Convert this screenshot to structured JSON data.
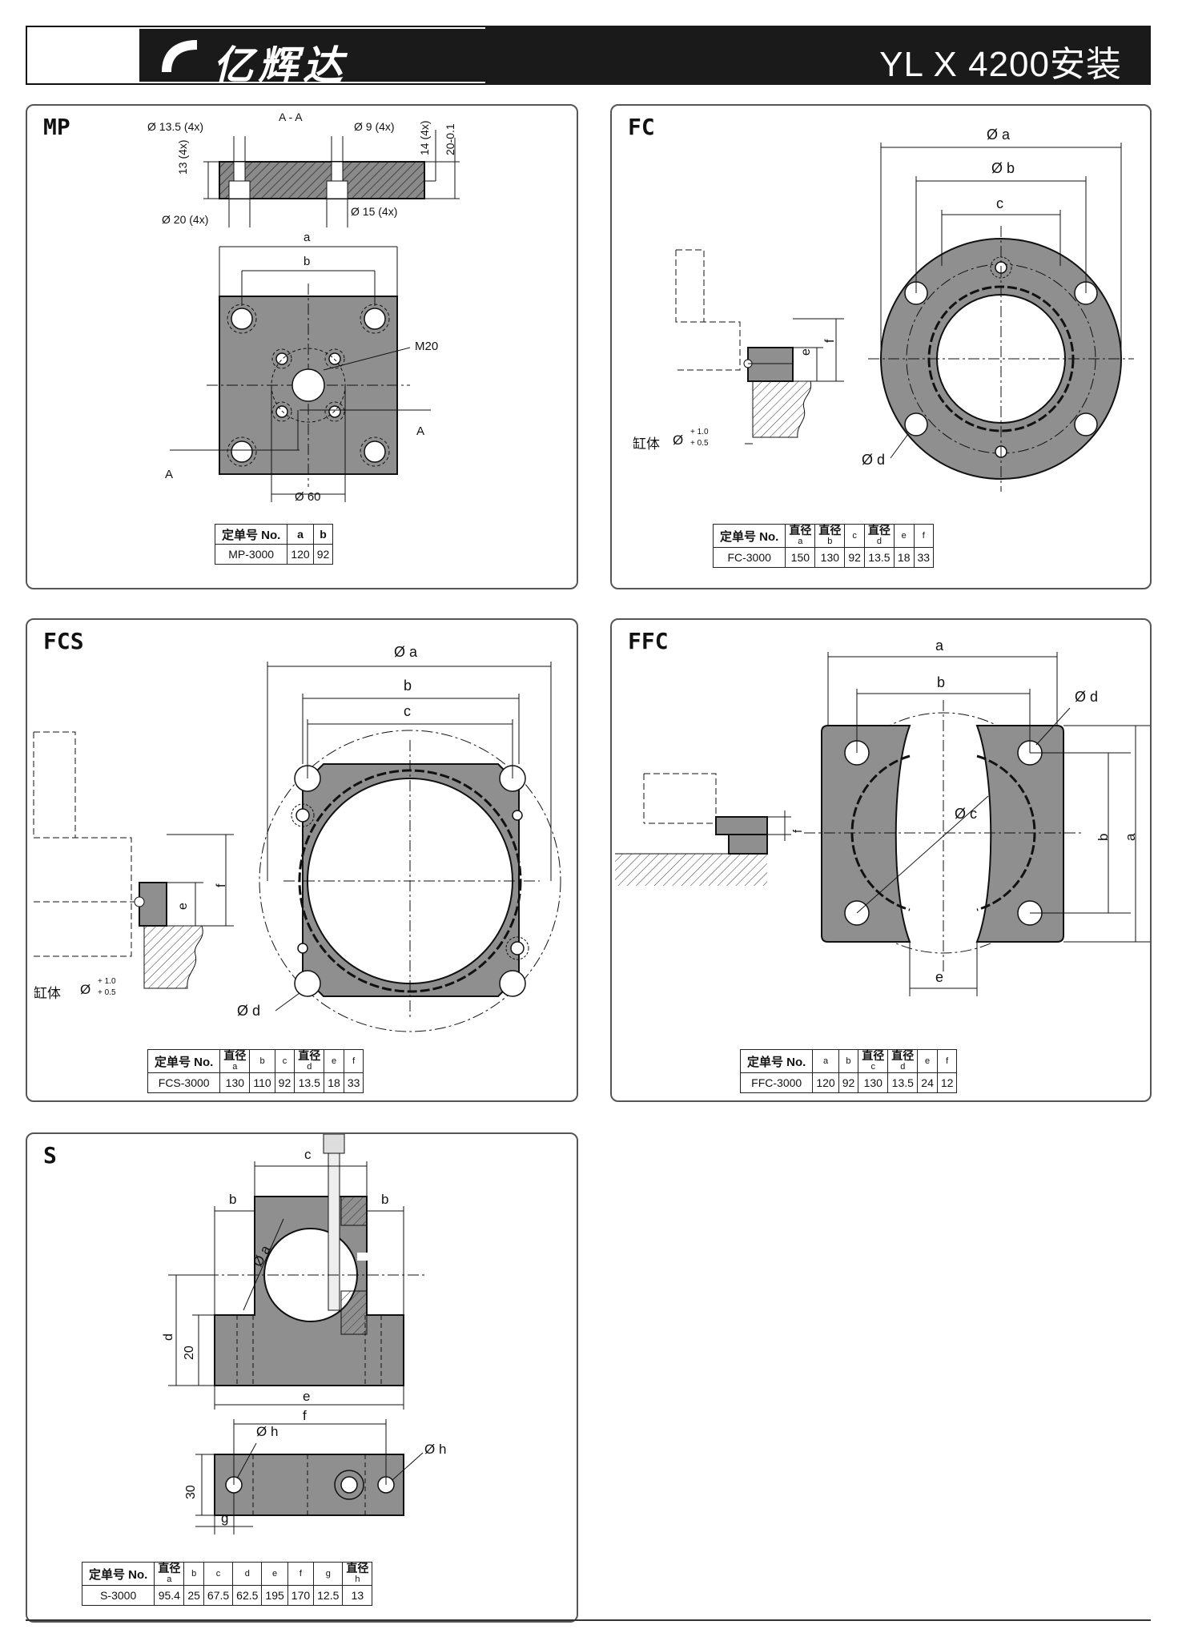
{
  "header": {
    "brand": "亿辉达",
    "title": "YL X 4200安装"
  },
  "panels": {
    "mp": {
      "title": "MP",
      "labels": {
        "section": "A - A",
        "hole13": "Ø 13.5 (4x)",
        "hole9": "Ø 9 (4x)",
        "hole20": "Ø 20 (4x)",
        "hole15": "Ø 15 (4x)",
        "dim13": "13 (4x)",
        "dim14": "14 (4x)",
        "dim20": "20-0.1",
        "a": "a",
        "b": "b",
        "m20": "M20",
        "cutA": "A",
        "d60": "Ø 60"
      },
      "table": {
        "label": "定单号 No.",
        "headers": [
          "a",
          "b"
        ],
        "row": [
          "MP-3000",
          "120",
          "92"
        ]
      }
    },
    "fc": {
      "title": "FC",
      "labels": {
        "a": "Ø a",
        "b": "Ø b",
        "c": "c",
        "d": "Ø d",
        "e": "e",
        "f": "f",
        "body": "缸体",
        "phi": "Ø",
        "tol_hi": "+ 1.0",
        "tol_lo": "+ 0.5"
      },
      "table": {
        "label": "定单号 No.",
        "headers": [
          {
            "t": "直径",
            "s": "a"
          },
          {
            "t": "直径",
            "s": "b"
          },
          {
            "t": "",
            "s": "c"
          },
          {
            "t": "直径",
            "s": "d"
          },
          {
            "t": "",
            "s": "e"
          },
          {
            "t": "",
            "s": "f"
          }
        ],
        "row": [
          "FC-3000",
          "150",
          "130",
          "92",
          "13.5",
          "18",
          "33"
        ]
      }
    },
    "fcs": {
      "title": "FCS",
      "labels": {
        "a": "Ø a",
        "b": "b",
        "c": "c",
        "d": "Ø d",
        "e": "e",
        "f": "f",
        "body": "缸体",
        "phi": "Ø",
        "tol_hi": "+ 1.0",
        "tol_lo": "+ 0.5"
      },
      "table": {
        "label": "定单号 No.",
        "headers": [
          {
            "t": "直径",
            "s": "a"
          },
          {
            "t": "",
            "s": "b"
          },
          {
            "t": "",
            "s": "c"
          },
          {
            "t": "直径",
            "s": "d"
          },
          {
            "t": "",
            "s": "e"
          },
          {
            "t": "",
            "s": "f"
          }
        ],
        "row": [
          "FCS-3000",
          "130",
          "110",
          "92",
          "13.5",
          "18",
          "33"
        ]
      }
    },
    "ffc": {
      "title": "FFC",
      "labels": {
        "a": "a",
        "b": "b",
        "c": "Ø c",
        "d": "Ø d",
        "e": "e",
        "f": "f"
      },
      "table": {
        "label": "定单号 No.",
        "headers": [
          {
            "t": "",
            "s": "a"
          },
          {
            "t": "",
            "s": "b"
          },
          {
            "t": "直径",
            "s": "c"
          },
          {
            "t": "直径",
            "s": "d"
          },
          {
            "t": "",
            "s": "e"
          },
          {
            "t": "",
            "s": "f"
          }
        ],
        "row": [
          "FFC-3000",
          "120",
          "92",
          "130",
          "13.5",
          "24",
          "12"
        ]
      }
    },
    "s": {
      "title": "S",
      "labels": {
        "a": "Ø a",
        "b": "b",
        "c": "c",
        "d": "d",
        "e": "e",
        "f": "f",
        "g": "g",
        "h": "Ø h",
        "d20": "20",
        "d30": "30"
      },
      "table": {
        "label": "定单号 No.",
        "headers": [
          {
            "t": "直径",
            "s": "a"
          },
          {
            "t": "",
            "s": "b"
          },
          {
            "t": "",
            "s": "c"
          },
          {
            "t": "",
            "s": "d"
          },
          {
            "t": "",
            "s": "e"
          },
          {
            "t": "",
            "s": "f"
          },
          {
            "t": "",
            "s": "g"
          },
          {
            "t": "直径",
            "s": "h"
          }
        ],
        "row": [
          "S-3000",
          "95.4",
          "25",
          "67.5",
          "62.5",
          "195",
          "170",
          "12.5",
          "13"
        ]
      }
    }
  }
}
